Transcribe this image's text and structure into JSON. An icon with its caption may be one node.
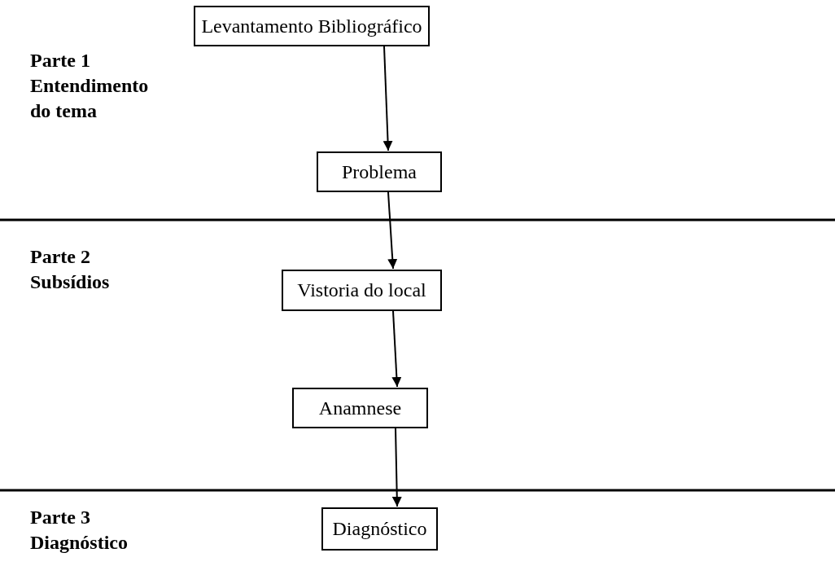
{
  "diagram": {
    "nodes": [
      {
        "text": [
          "Levantamento Bibliográfico"
        ]
      },
      {
        "text": [
          "Problema"
        ]
      },
      {
        "text": [
          "Vistoria do local"
        ]
      },
      {
        "text": [
          "Anamnese"
        ]
      },
      {
        "text": [
          "Diagnóstico"
        ]
      }
    ],
    "edges": [
      {
        "from": 0,
        "to": 1,
        "arrow": "to"
      },
      {
        "from": 1,
        "to": 2,
        "arrow": "to"
      },
      {
        "from": 2,
        "to": 3,
        "arrow": "to"
      },
      {
        "from": 3,
        "to": 4,
        "arrow": "to"
      }
    ],
    "labels": [
      "Parte 1",
      "Entendimento do tema",
      "Parte 2",
      "Subsídios",
      "Parte 3",
      "Diagnóstico"
    ]
  }
}
